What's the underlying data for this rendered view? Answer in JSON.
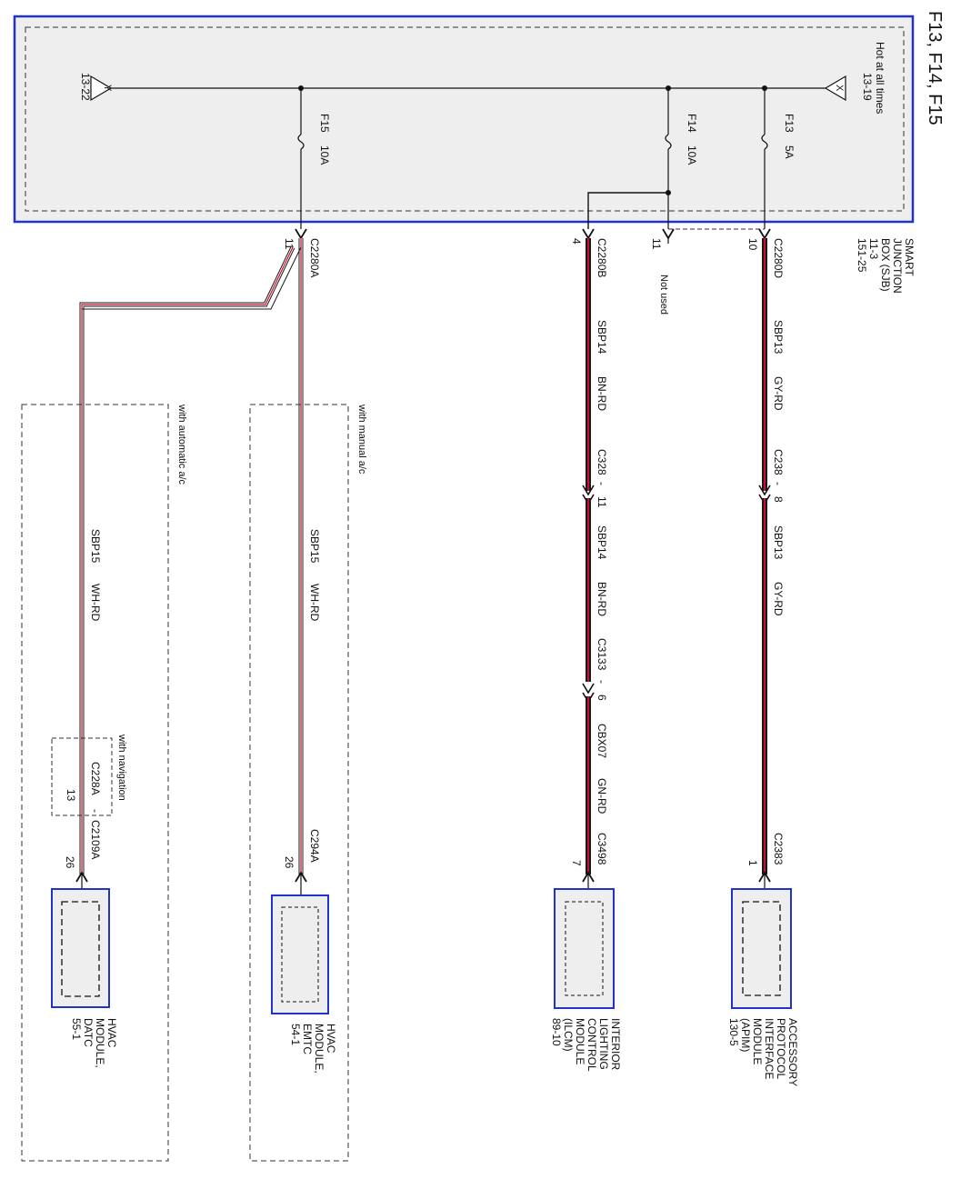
{
  "title": "F13, F14, F15",
  "sjb": {
    "name_lines": [
      "SMART",
      "JUNCTION",
      "BOX (SJB)",
      "11-3",
      "151-25"
    ],
    "hot_label": "Hot at all times",
    "x_flag": {
      "letter": "X",
      "ref": "13-19"
    },
    "y_flag": {
      "letter": "Y",
      "ref": "13-22"
    },
    "fuses": {
      "f13": {
        "name": "F13",
        "rating": "5A"
      },
      "f14": {
        "name": "F14",
        "rating": "10A"
      },
      "f15": {
        "name": "F15",
        "rating": "10A"
      }
    }
  },
  "connectors": {
    "c2280d": {
      "name": "C2280D",
      "pin": "10"
    },
    "f14_unused": {
      "pin": "11",
      "note": "Not used"
    },
    "c2280b": {
      "name": "C2280B",
      "pin": "4"
    },
    "c2280a": {
      "name": "C2280A",
      "pin": "11"
    }
  },
  "circuits": {
    "apim": {
      "seg1": {
        "circuit": "SBP13",
        "color": "GY-RD"
      },
      "inline1": {
        "name": "C238",
        "pin": "8"
      },
      "seg2": {
        "circuit": "SBP13",
        "color": "GY-RD"
      },
      "end_connector": "C2383",
      "end_pin": "1"
    },
    "ilcm": {
      "seg1": {
        "circuit": "SBP14",
        "color": "BN-RD"
      },
      "inline1": {
        "name": "C328",
        "pin": "11"
      },
      "seg2": {
        "circuit": "SBP14",
        "color": "BN-RD"
      },
      "inline2": {
        "name": "C3133",
        "pin": "6"
      },
      "seg3_connector": "CBX07",
      "seg3_color": "GN-RD",
      "end_connector": "C3498",
      "end_pin": "7"
    },
    "emtc": {
      "condition": "with manual a/c",
      "seg1": {
        "circuit": "SBP15",
        "color": "WH-RD"
      },
      "end_connector": "C294A",
      "end_pin": "26"
    },
    "datc": {
      "condition": "with automatic a/c",
      "seg1": {
        "circuit": "SBP15",
        "color": "WH-RD"
      },
      "nav_condition": "with navigation",
      "nav_connector": "C228A",
      "nav_pin": "13",
      "end_connector": "C2109A",
      "end_pin": "26"
    }
  },
  "modules": {
    "apim": {
      "lines": [
        "ACCESSORY",
        "PROTOCOL",
        "INTERFACE",
        "MODULE",
        "(APIM)",
        "130-5"
      ]
    },
    "ilcm": {
      "lines": [
        "INTERIOR",
        "LIGHTING",
        "CONTROL",
        "MODULE",
        "(ILCM)",
        "89-10"
      ]
    },
    "emtc": {
      "lines": [
        "HVAC",
        "MODULE,",
        "EMTC",
        "54-1"
      ]
    },
    "datc": {
      "lines": [
        "HVAC",
        "MODULE,",
        "DATC",
        "55-1"
      ]
    }
  },
  "colors": {
    "frame_blue": "#2233cc",
    "sjb_fill": "#eeeeee",
    "wire_red": "#c8102e",
    "wire_dark": "#1a1a1a"
  }
}
